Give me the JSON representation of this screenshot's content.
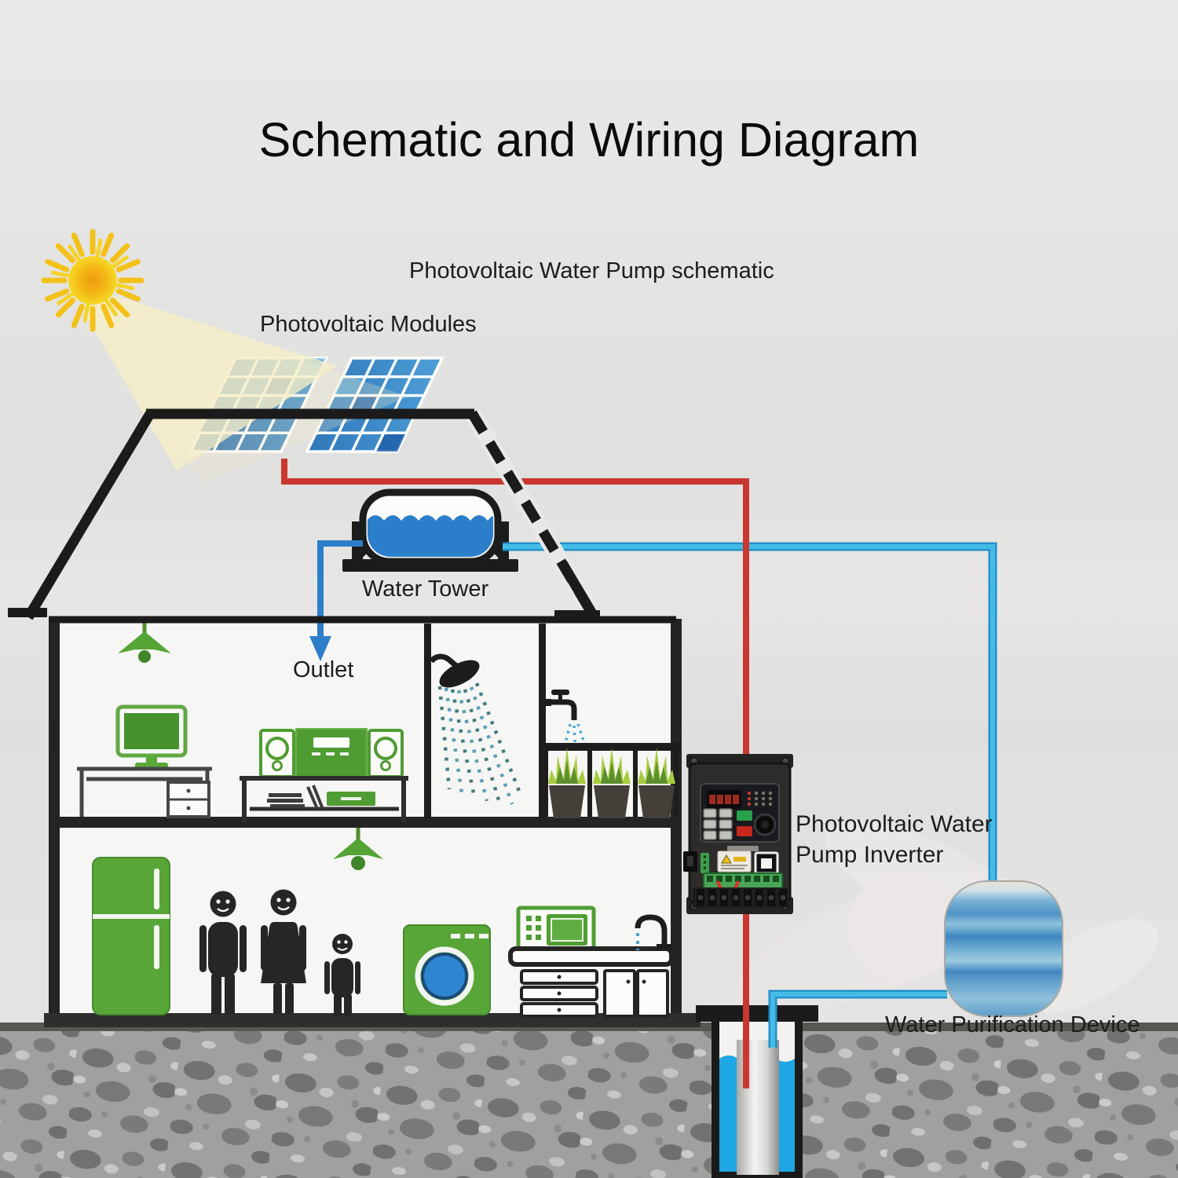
{
  "title": "Schematic and Wiring Diagram",
  "labels": {
    "schematic_caption": "Photovoltaic Water Pump schematic",
    "photovoltaic_modules": "Photovoltaic Modules",
    "water_tower": "Water Tower",
    "outlet": "Outlet",
    "inverter_line1": "Photovoltaic Water",
    "inverter_line2": "Pump Inverter",
    "water_purification_device": "Water Purification Device"
  },
  "colors": {
    "background": "#e4e4e3",
    "hot_wire_red": "#ca3730",
    "pipe_cyan": "#45bce8",
    "outlet_blue": "#2d7ec9",
    "tank_water_blue": "#2b7fca",
    "well_water_blue": "#1fa6e4",
    "appliance_green": "#57a637",
    "sun_yellow": "#f4c11a",
    "text": "#1c1c1c"
  },
  "components": [
    "sun-icon",
    "light-beam",
    "photovoltaic-modules",
    "house",
    "water-tower",
    "outlet-pipe",
    "shower-icon",
    "tap-icon",
    "potted-plants",
    "desk-computer-icon",
    "stereo-icon",
    "ceiling-lamp-icon",
    "refrigerator-icon",
    "family-figures",
    "washing-machine-icon",
    "microwave-icon",
    "kitchen-counter",
    "pump-inverter-device",
    "water-purification-device",
    "well-with-pump",
    "ground"
  ]
}
